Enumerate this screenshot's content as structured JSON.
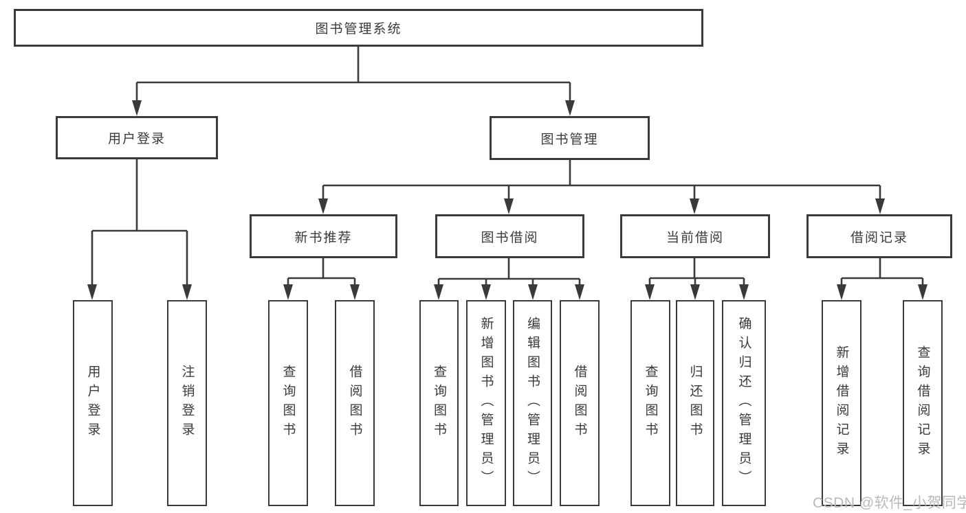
{
  "diagram_type": "hierarchy-tree",
  "colors": {
    "line": "#3a3a3a",
    "box_border": "#3a3a3a",
    "text": "#3a3a3a",
    "background": "#ffffff",
    "watermark": "#b9b9b9"
  },
  "tree": {
    "label": "图书管理系统",
    "children": [
      {
        "label": "用户登录",
        "children": [
          {
            "label": "用户登录"
          },
          {
            "label": "注销登录"
          }
        ]
      },
      {
        "label": "图书管理",
        "children": [
          {
            "label": "新书推荐",
            "children": [
              {
                "label": "查询图书"
              },
              {
                "label": "借阅图书"
              }
            ]
          },
          {
            "label": "图书借阅",
            "children": [
              {
                "label": "查询图书"
              },
              {
                "label": "新增图书（管理员）"
              },
              {
                "label": "编辑图书（管理员）"
              },
              {
                "label": "借阅图书"
              }
            ]
          },
          {
            "label": "当前借阅",
            "children": [
              {
                "label": "查询图书"
              },
              {
                "label": "归还图书"
              },
              {
                "label": "确认归还（管理员）"
              }
            ]
          },
          {
            "label": "借阅记录",
            "children": [
              {
                "label": "新增借阅记录"
              },
              {
                "label": "查询借阅记录"
              }
            ]
          }
        ]
      }
    ]
  },
  "watermark": {
    "text": "CSDN @软件_小贺同学"
  }
}
